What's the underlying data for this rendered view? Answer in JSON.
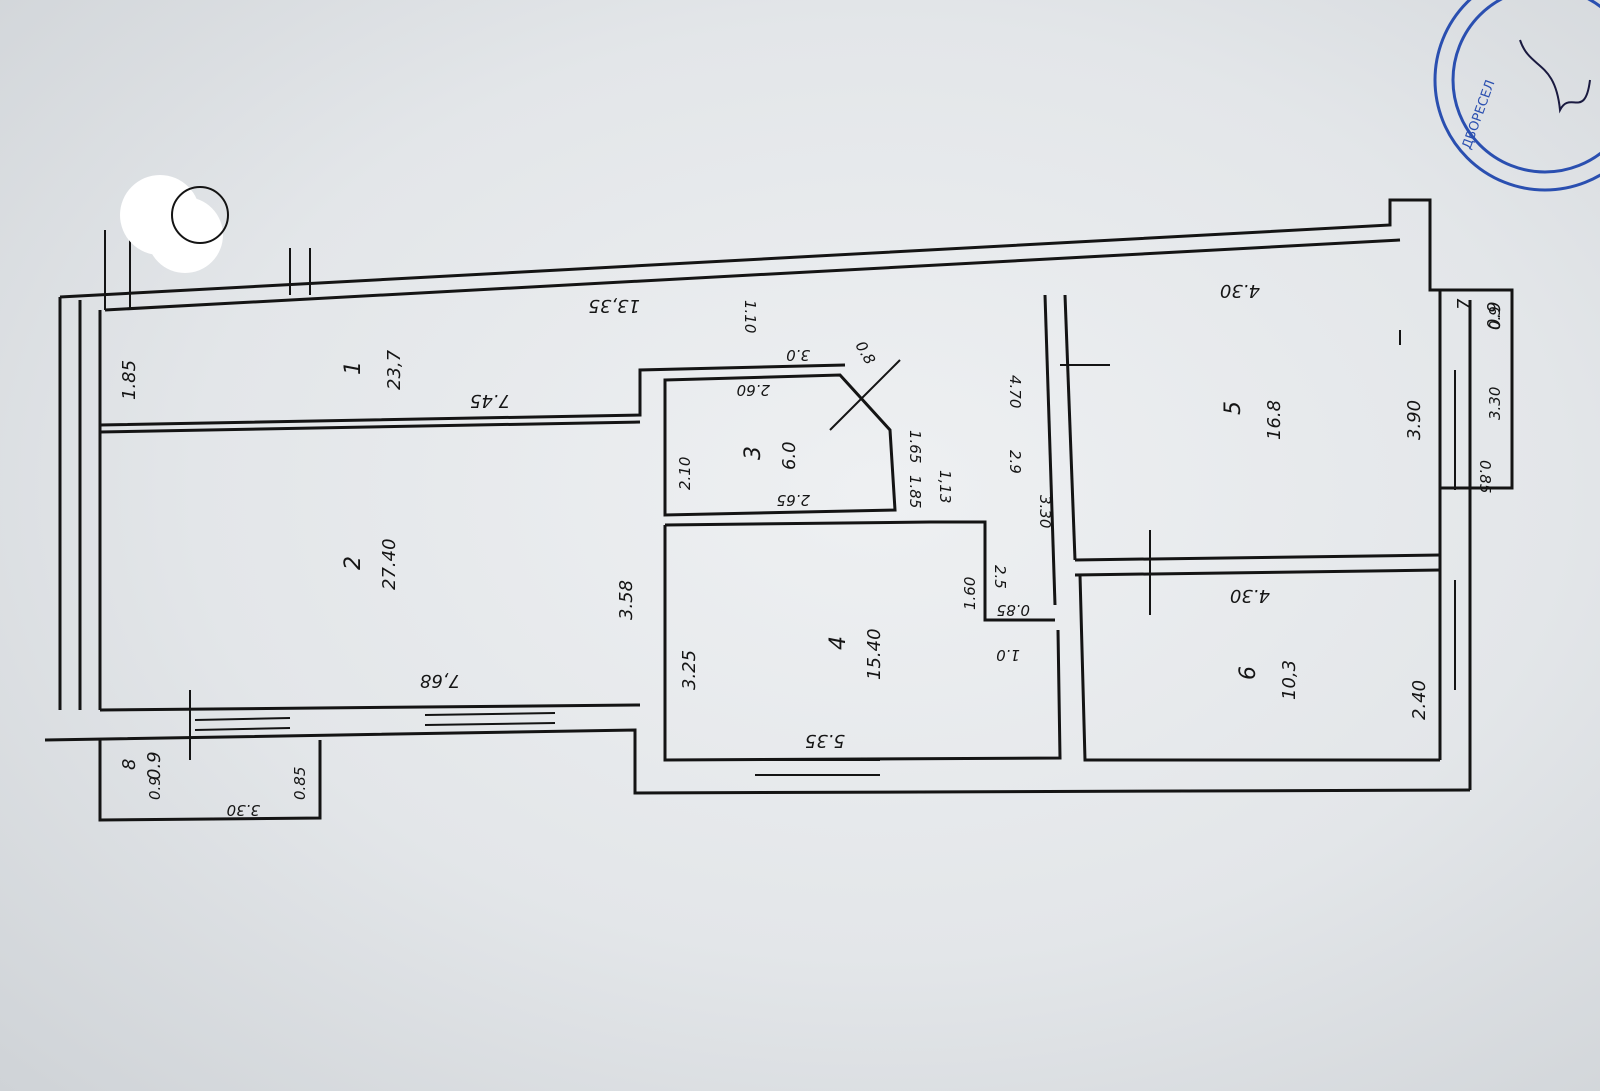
{
  "rooms": [
    {
      "number": "1",
      "area": "23,7"
    },
    {
      "number": "2",
      "area": "27.40"
    },
    {
      "number": "3",
      "area": "6.0"
    },
    {
      "number": "4",
      "area": "15.40"
    },
    {
      "number": "5",
      "area": "16.8"
    },
    {
      "number": "6",
      "area": "10,3"
    },
    {
      "number": "7",
      "area": "0.9"
    },
    {
      "number": "8",
      "area": "0.9"
    }
  ],
  "dimensions": {
    "corridor_length": "13,35",
    "corridor_width": "1.85",
    "corridor_inner_len": "7.45",
    "r2_length": "7,68",
    "r2_width": "3.58",
    "r3_top": "2.60",
    "r3_left": "2.10",
    "r3_bottom": "2.65",
    "r3_notch": "3.0",
    "r3_diag": "0.8",
    "r3_side": "1.65",
    "corr_part": "1.10",
    "r4_width": "3.25",
    "r4_length": "5.35",
    "r4_side": "1.60",
    "r4_small": "1.85",
    "r4_small2": "1,13",
    "r4_right": "1.0",
    "bath_a": "4.70",
    "bath_b": "2.9",
    "bath_c": "3.30",
    "bath_d": "2.5",
    "bath_e": "0.85",
    "r5_length": "4.30",
    "r5_width": "3.90",
    "r6_length": "4.30",
    "r6_width": "2.40",
    "balc7_length": "3.30",
    "balc7_width": "0.9",
    "balc7_side": "0.85",
    "balc8_length": "3.30",
    "balc8_width": "0.9",
    "balc8_side": "0.85"
  },
  "colors": {
    "ink": "#141414",
    "seal": "#2a4fb0",
    "paper": "#e8eaed"
  },
  "icons": [
    "seal-stamp",
    "redaction-blob"
  ]
}
